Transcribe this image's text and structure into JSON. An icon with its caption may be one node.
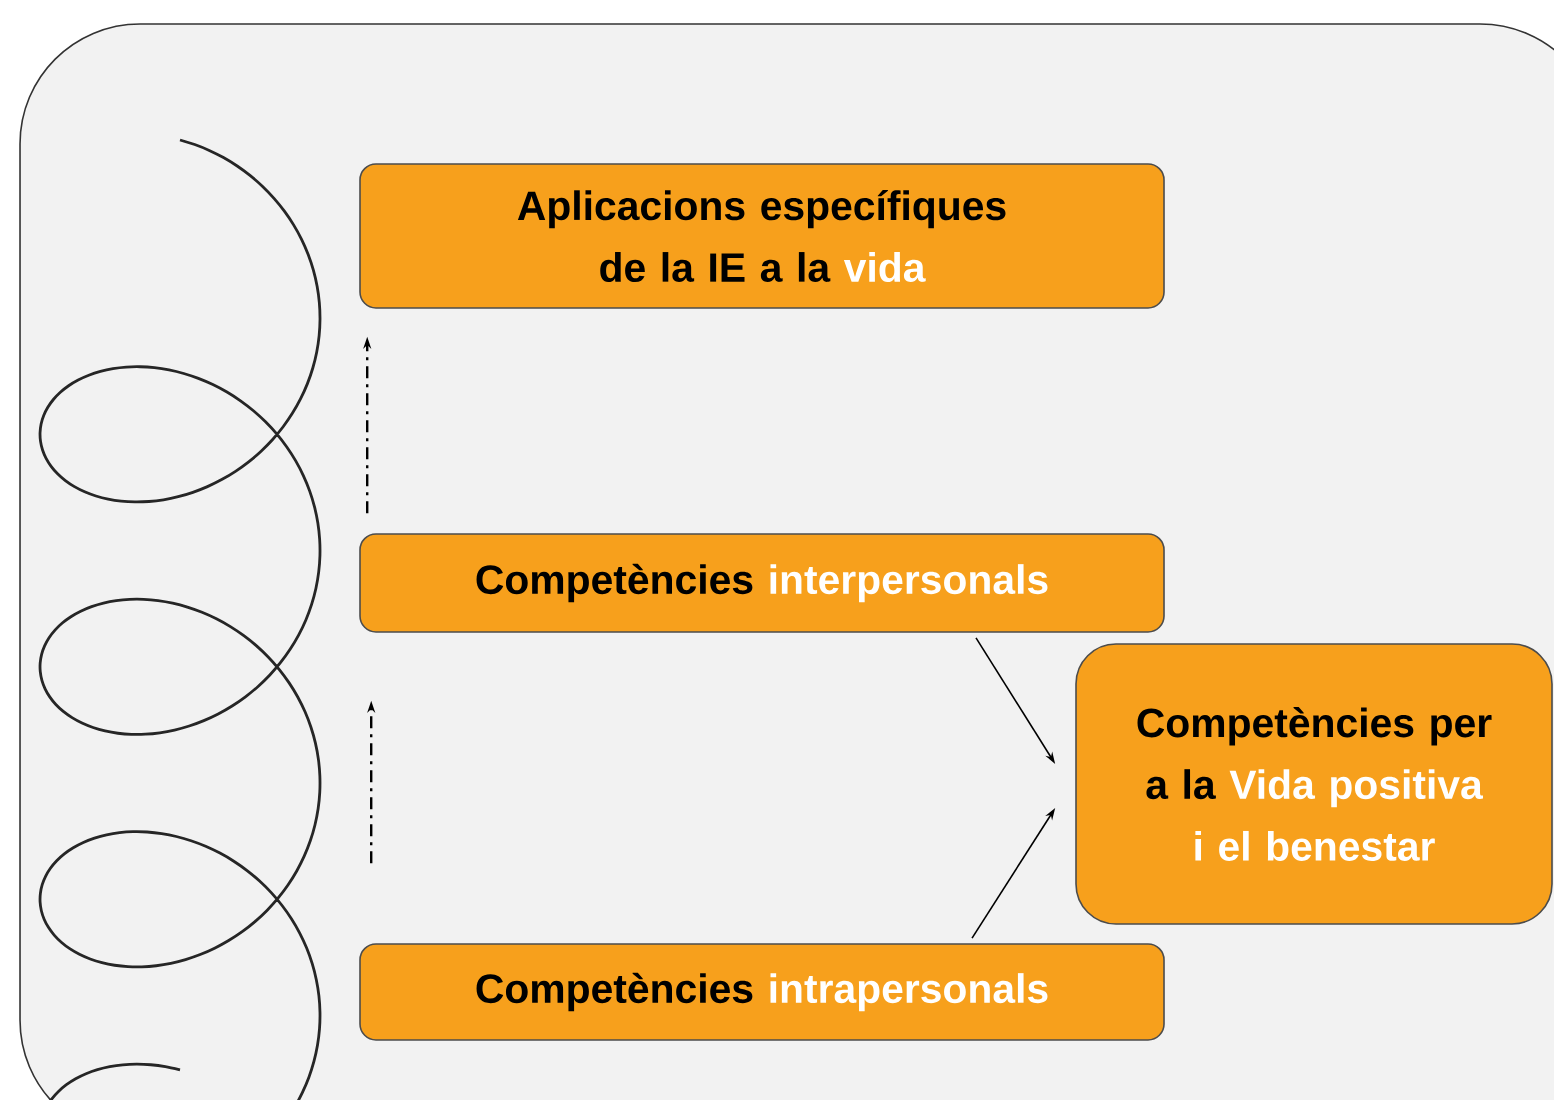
{
  "diagram": {
    "nodes": [
      {
        "text": [
          "Aplicacions específiques de la IE a la",
          "vida"
        ]
      },
      {
        "text": [
          "Competències",
          "interpersonals"
        ]
      },
      {
        "text": [
          "Competències",
          "intrapersonals"
        ]
      },
      {
        "text": [
          "Competències per a la",
          "Vida positiva i el benestar"
        ]
      }
    ],
    "edges": [
      {
        "from": 1,
        "to": 0,
        "arrow": "to",
        "style": "dashed"
      },
      {
        "from": 2,
        "to": 1,
        "arrow": "to",
        "style": "dashed"
      },
      {
        "from": 1,
        "to": 3,
        "arrow": "to"
      },
      {
        "from": 2,
        "to": 3,
        "arrow": "to"
      }
    ]
  }
}
